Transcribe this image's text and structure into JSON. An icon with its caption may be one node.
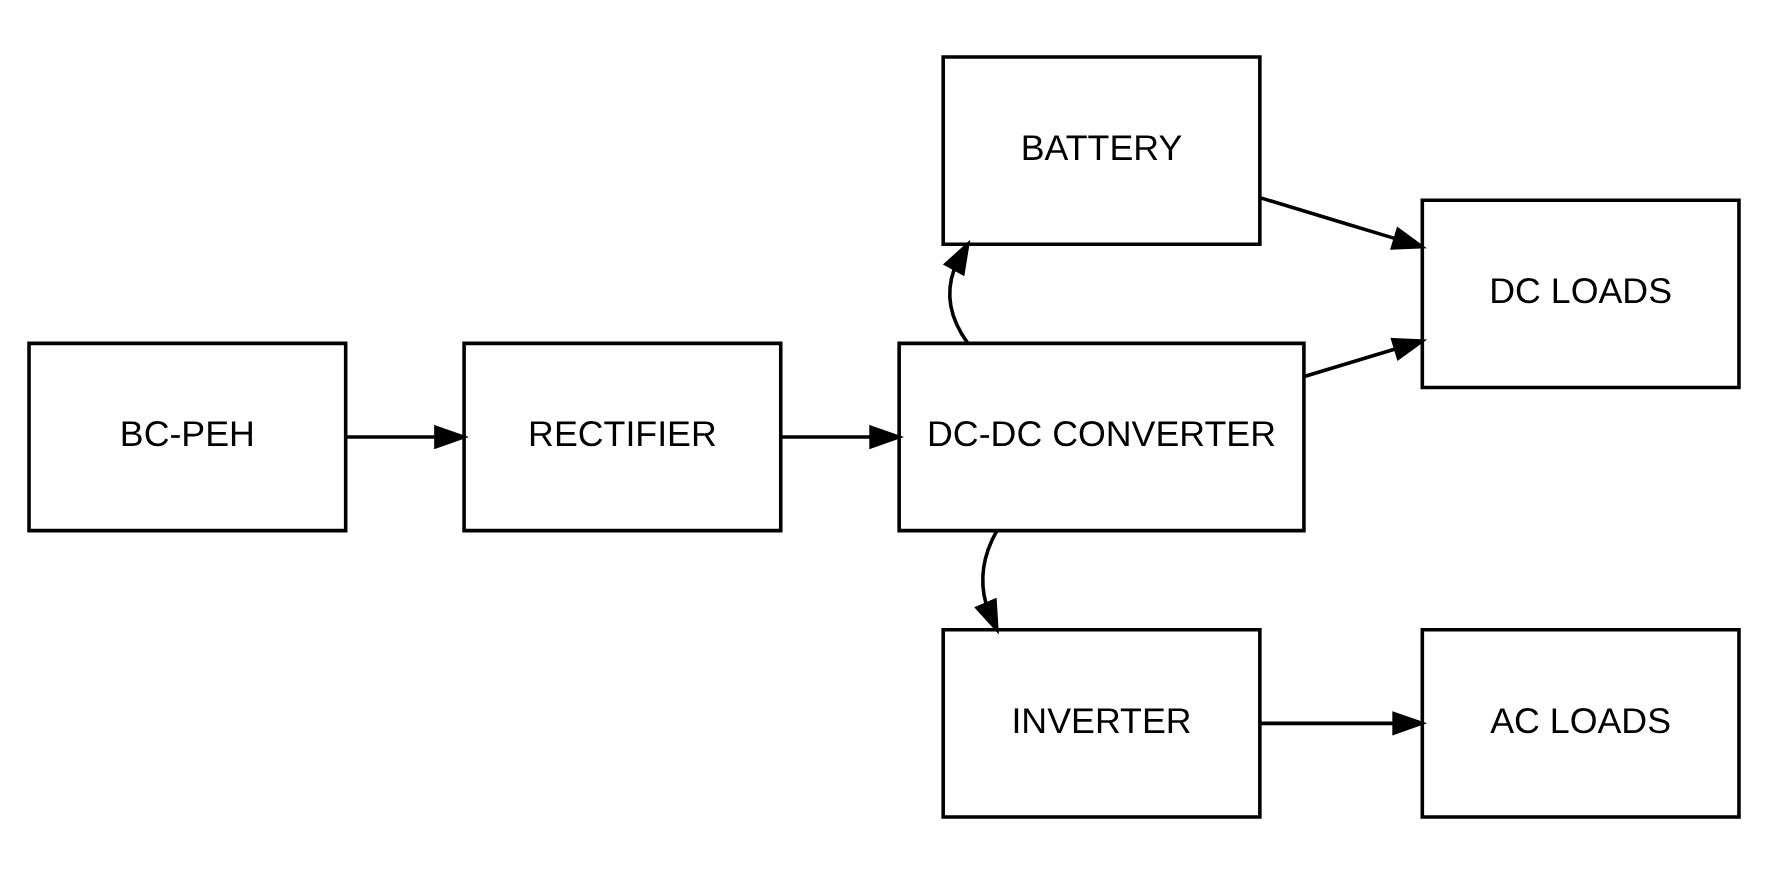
{
  "diagram": {
    "nodes": [
      {
        "text": [
          "BC-PEH"
        ]
      },
      {
        "text": [
          "RECTIFIER"
        ]
      },
      {
        "text": [
          "BATTERY"
        ]
      },
      {
        "text": [
          "DC-DC CONVERTER"
        ]
      },
      {
        "text": [
          "DC LOADS"
        ]
      },
      {
        "text": [
          "INVERTER"
        ]
      },
      {
        "text": [
          "AC LOADS"
        ]
      }
    ],
    "edges": [
      {
        "from": 0,
        "to": 1,
        "arrow": "to"
      },
      {
        "from": 1,
        "to": 3,
        "arrow": "to"
      },
      {
        "from": 3,
        "to": 2,
        "arrow": "to"
      },
      {
        "from": 3,
        "to": 4,
        "arrow": "to"
      },
      {
        "from": 2,
        "to": 4,
        "arrow": "to"
      },
      {
        "from": 3,
        "to": 5,
        "arrow": "to"
      },
      {
        "from": 5,
        "to": 6,
        "arrow": "to"
      }
    ]
  }
}
